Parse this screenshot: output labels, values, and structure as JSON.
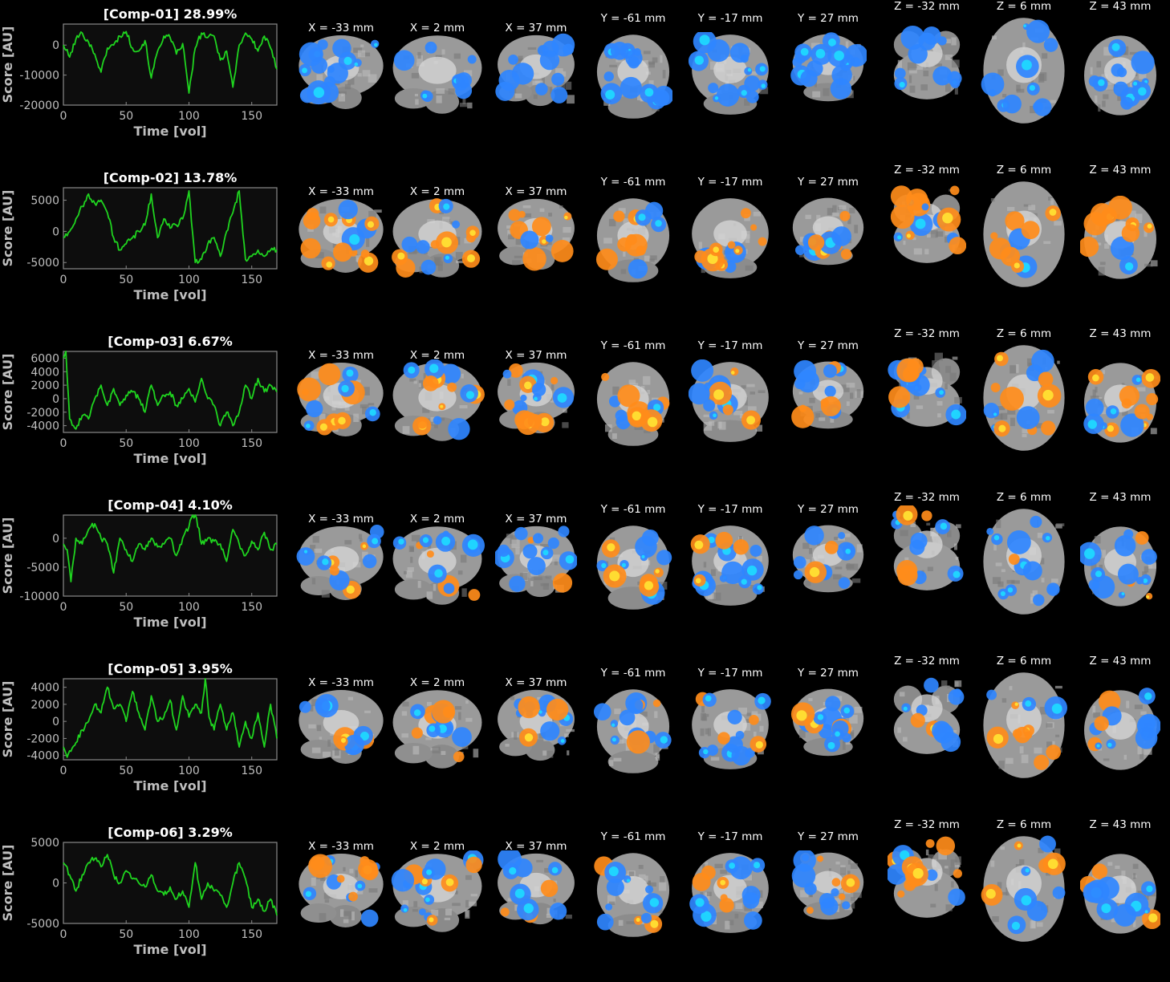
{
  "colors": {
    "background": "#000000",
    "plot_area": "#0d0d0d",
    "axis_text": "#bfbfbf",
    "trace": "#1fd41f",
    "positive_map": "#ff8c1a",
    "positive_map_peak": "#ffe033",
    "negative_map": "#2f86ff",
    "negative_map_peak": "#1fd8ff",
    "brain": "#9a9a9a"
  },
  "slice_labels": [
    "X = -33 mm",
    "X = 2 mm",
    "X = 37 mm",
    "Y = -61 mm",
    "Y = -17 mm",
    "Y = 27 mm",
    "Z = -32 mm",
    "Z = 6 mm",
    "Z = 43 mm"
  ],
  "chart_data": [
    {
      "type": "line",
      "title": "[Comp-01] 28.99%",
      "xlabel": "Time [vol]",
      "ylabel": "Score [AU]",
      "xlim": [
        0,
        170
      ],
      "ylim": [
        -20000,
        7000
      ],
      "xticks": [
        0,
        50,
        100,
        150
      ],
      "yticks": [
        0,
        -10000,
        -20000
      ],
      "series": [
        {
          "x": [
            0,
            5,
            10,
            15,
            20,
            25,
            30,
            35,
            40,
            45,
            50,
            55,
            60,
            65,
            70,
            75,
            80,
            85,
            90,
            95,
            100,
            105,
            110,
            115,
            120,
            125,
            130,
            135,
            140,
            145,
            150,
            155,
            160,
            165,
            170
          ],
          "y": [
            0,
            -4000,
            2000,
            4000,
            1000,
            -3000,
            -9000,
            -1000,
            0,
            3000,
            4500,
            -1000,
            -2000,
            1500,
            -11000,
            -2000,
            3000,
            2500,
            -3000,
            500,
            -16000,
            -1000,
            4000,
            2500,
            3000,
            -5000,
            -2000,
            -14000,
            0,
            4000,
            2000,
            -2000,
            3000,
            -1000,
            -8000
          ]
        }
      ]
    },
    {
      "type": "line",
      "title": "[Comp-02] 13.78%",
      "xlabel": "Time [vol]",
      "ylabel": "Score [AU]",
      "xlim": [
        0,
        170
      ],
      "ylim": [
        -6000,
        7000
      ],
      "xticks": [
        0,
        50,
        100,
        150
      ],
      "yticks": [
        5000,
        0,
        -5000
      ],
      "series": [
        {
          "x": [
            0,
            5,
            10,
            15,
            20,
            25,
            30,
            35,
            40,
            45,
            50,
            55,
            60,
            65,
            70,
            75,
            80,
            85,
            90,
            95,
            100,
            105,
            110,
            115,
            120,
            125,
            130,
            135,
            140,
            145,
            150,
            155,
            160,
            165,
            170
          ],
          "y": [
            -1000,
            0,
            2000,
            4000,
            6000,
            4500,
            5000,
            3000,
            -1000,
            -3000,
            -2000,
            -1000,
            0,
            1000,
            6000,
            -1000,
            2000,
            500,
            1000,
            2000,
            6500,
            -5000,
            -4500,
            -2000,
            -1000,
            -4000,
            0,
            3000,
            6500,
            -4500,
            -4000,
            -3000,
            -4000,
            -3000,
            -3000
          ]
        }
      ]
    },
    {
      "type": "line",
      "title": "[Comp-03] 6.67%",
      "xlabel": "Time [vol]",
      "ylabel": "Score [AU]",
      "xlim": [
        0,
        170
      ],
      "ylim": [
        -5000,
        7000
      ],
      "xticks": [
        0,
        50,
        100,
        150
      ],
      "yticks": [
        6000,
        4000,
        2000,
        0,
        -2000,
        -4000
      ],
      "series": [
        {
          "x": [
            0,
            2,
            5,
            8,
            10,
            15,
            20,
            25,
            30,
            35,
            40,
            45,
            50,
            55,
            60,
            65,
            70,
            75,
            80,
            85,
            90,
            95,
            100,
            105,
            110,
            115,
            120,
            125,
            130,
            135,
            140,
            145,
            150,
            155,
            160,
            165,
            170
          ],
          "y": [
            6000,
            7000,
            -3000,
            -4000,
            -4500,
            -2500,
            -3000,
            0,
            2000,
            -1000,
            1500,
            -1000,
            500,
            1000,
            0,
            -2000,
            2000,
            -1000,
            500,
            1000,
            -1000,
            0,
            1500,
            -500,
            3000,
            0,
            -1000,
            -4000,
            -2000,
            -4000,
            -2000,
            2000,
            0,
            3000,
            1000,
            2000,
            1000
          ]
        }
      ]
    },
    {
      "type": "line",
      "title": "[Comp-04] 4.10%",
      "xlabel": "Time [vol]",
      "ylabel": "Score [AU]",
      "xlim": [
        0,
        170
      ],
      "ylim": [
        -10000,
        4000
      ],
      "xticks": [
        0,
        50,
        100,
        150
      ],
      "yticks": [
        0,
        -5000,
        -10000
      ],
      "series": [
        {
          "x": [
            0,
            3,
            6,
            10,
            15,
            20,
            25,
            30,
            35,
            40,
            45,
            50,
            55,
            60,
            65,
            70,
            75,
            80,
            85,
            90,
            95,
            100,
            103,
            106,
            110,
            115,
            120,
            125,
            130,
            135,
            140,
            145,
            150,
            155,
            160,
            165,
            170
          ],
          "y": [
            -1000,
            -2000,
            -7500,
            0,
            -1000,
            1500,
            2500,
            0,
            -1000,
            -6000,
            0,
            -2000,
            -4000,
            -1000,
            -2000,
            0,
            -1500,
            -1000,
            0,
            -3000,
            0,
            2000,
            4000,
            3500,
            -1000,
            0,
            -500,
            -1000,
            -4000,
            1500,
            -1000,
            -3000,
            -500,
            -2000,
            1000,
            -2000,
            -1000
          ]
        }
      ]
    },
    {
      "type": "line",
      "title": "[Comp-05] 3.95%",
      "xlabel": "Time [vol]",
      "ylabel": "Score [AU]",
      "xlim": [
        0,
        170
      ],
      "ylim": [
        -4500,
        5000
      ],
      "xticks": [
        0,
        50,
        100,
        150
      ],
      "yticks": [
        4000,
        2000,
        0,
        -2000,
        -4000
      ],
      "series": [
        {
          "x": [
            0,
            3,
            6,
            10,
            15,
            20,
            25,
            30,
            35,
            40,
            45,
            50,
            55,
            60,
            65,
            70,
            75,
            80,
            85,
            90,
            95,
            100,
            105,
            110,
            113,
            116,
            120,
            125,
            130,
            135,
            140,
            145,
            150,
            155,
            160,
            165,
            170
          ],
          "y": [
            -3000,
            -4200,
            -3500,
            -2500,
            -1000,
            0,
            2000,
            1000,
            4000,
            1500,
            2000,
            0,
            3500,
            1000,
            -1000,
            3000,
            0,
            500,
            2500,
            -1000,
            3000,
            500,
            2000,
            1000,
            5000,
            500,
            -1000,
            2000,
            -1000,
            1000,
            -3000,
            0,
            -2000,
            1000,
            -3000,
            2000,
            -2000
          ]
        }
      ]
    },
    {
      "type": "line",
      "title": "[Comp-06] 3.29%",
      "xlabel": "Time [vol]",
      "ylabel": "Score [AU]",
      "xlim": [
        0,
        170
      ],
      "ylim": [
        -5000,
        5000
      ],
      "xticks": [
        0,
        50,
        100,
        150
      ],
      "yticks": [
        5000,
        0,
        -5000
      ],
      "series": [
        {
          "x": [
            0,
            5,
            10,
            15,
            20,
            25,
            30,
            35,
            40,
            45,
            50,
            55,
            60,
            65,
            70,
            75,
            80,
            85,
            90,
            95,
            100,
            105,
            110,
            115,
            120,
            125,
            130,
            135,
            140,
            145,
            150,
            155,
            160,
            165,
            170
          ],
          "y": [
            2500,
            1000,
            -1000,
            1000,
            2500,
            3000,
            2000,
            3500,
            1000,
            0,
            1500,
            500,
            0,
            -500,
            1000,
            -1000,
            -1500,
            -500,
            -2000,
            -1000,
            -3000,
            2500,
            -2000,
            0,
            -1000,
            -1500,
            -3000,
            0,
            2500,
            500,
            -3000,
            -2000,
            -3500,
            -2000,
            -4000
          ]
        }
      ]
    }
  ]
}
